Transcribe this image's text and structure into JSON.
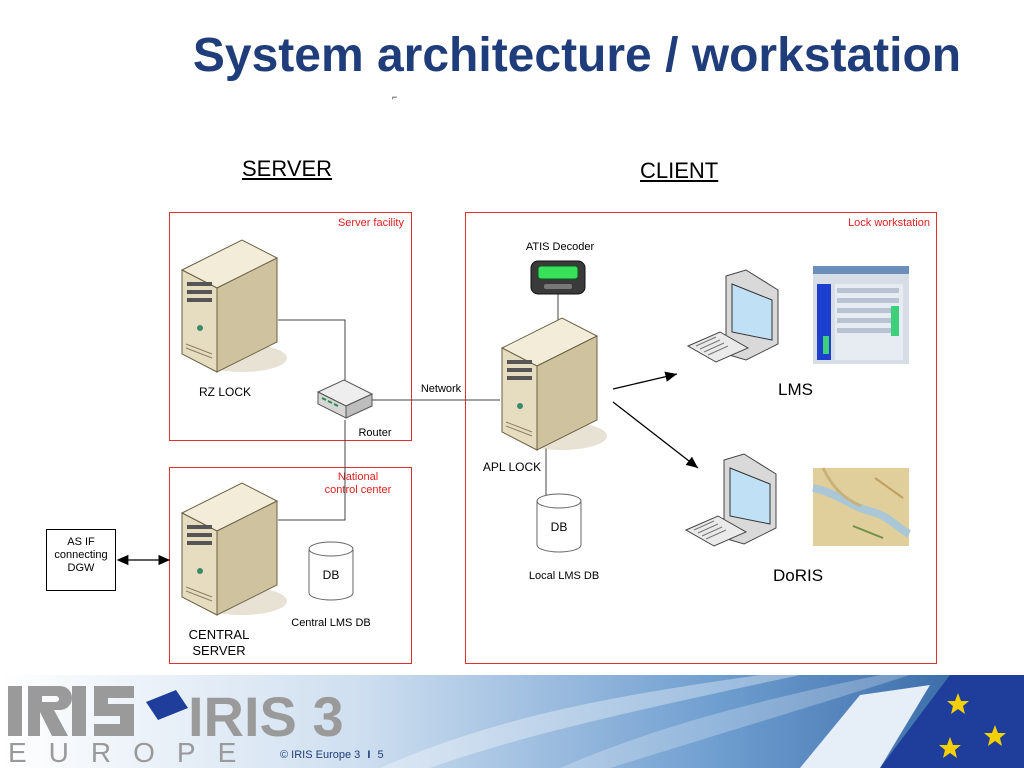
{
  "title": "System architecture / workstation",
  "headings": {
    "server": "SERVER",
    "client": "CLIENT"
  },
  "frames": {
    "server_facility": "Server facility",
    "national_control": "National\ncontrol center",
    "lock_workstation": "Lock workstation"
  },
  "nodes": {
    "rz_lock": "RZ LOCK",
    "router": "Router",
    "network": "Network",
    "atis_decoder": "ATIS Decoder",
    "apl_lock": "APL LOCK",
    "db_local": "DB",
    "local_lms_db": "Local LMS DB",
    "lms": "LMS",
    "doris": "DoRIS",
    "central_server": "CENTRAL\nSERVER",
    "db_central": "DB",
    "central_lms_db": "Central LMS DB",
    "as_if": "AS IF\nconnecting\nDGW"
  },
  "footer": {
    "logo_text": "IRIS 3",
    "logo_sub": "EUROPE",
    "copyright": "© IRIS Europe 3",
    "page_number": "5"
  },
  "colors": {
    "title": "#1f3d7a",
    "frame": "#e03030",
    "band": "#5a8fc4",
    "eu_flag": "#1f3d9a",
    "stars": "#f5d000"
  }
}
